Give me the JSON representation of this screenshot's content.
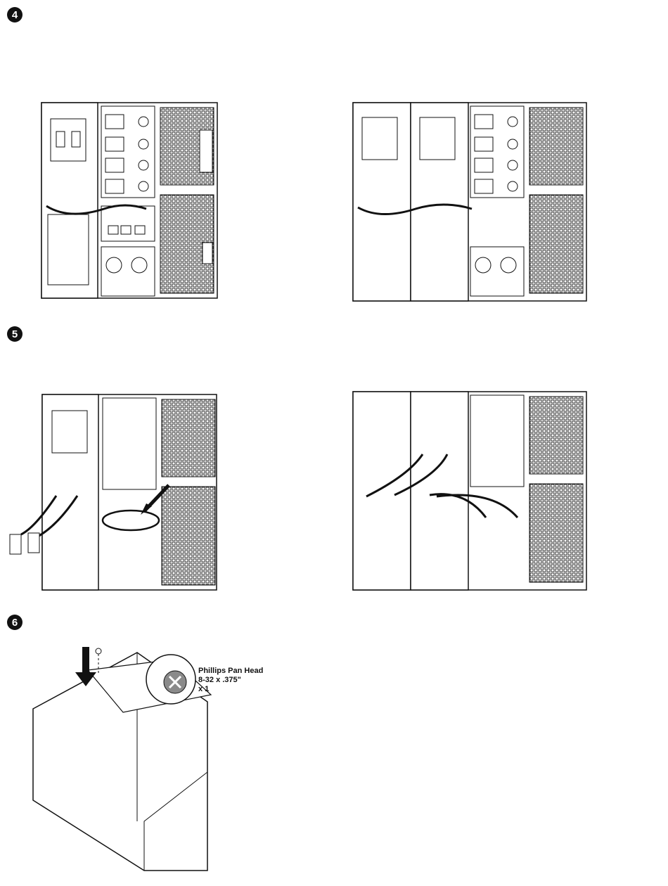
{
  "steps": [
    {
      "number": "4"
    },
    {
      "number": "5"
    },
    {
      "number": "6"
    }
  ],
  "screw": {
    "line1": "Phillips Pan Head",
    "line2": "8-32 x .375\"",
    "line3": "x 1"
  },
  "colors": {
    "ink": "#111111",
    "panel": "#ffffff",
    "screw_head": "#8a8a8a"
  }
}
